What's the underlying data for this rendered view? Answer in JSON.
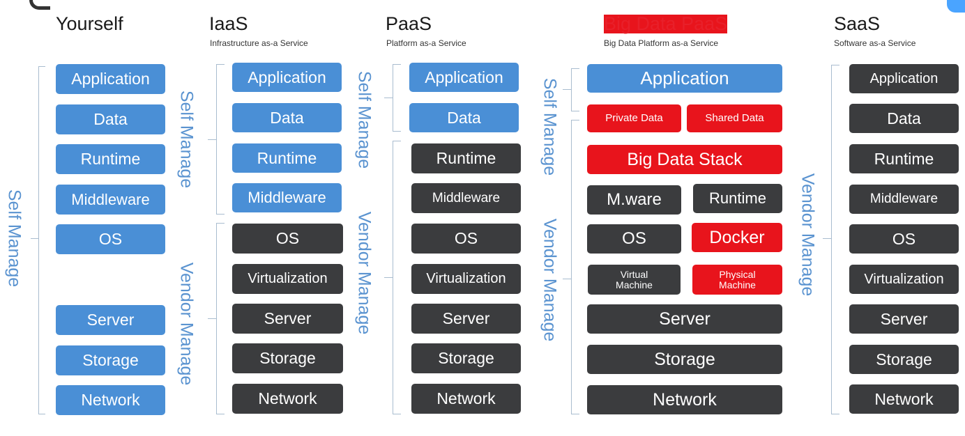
{
  "columns": [
    {
      "title": "Yourself",
      "subtitle": ""
    },
    {
      "title": "IaaS",
      "subtitle": "Infrastructure as-a Service"
    },
    {
      "title": "PaaS",
      "subtitle": "Platform as-a Service"
    },
    {
      "title": "Big Data PaaS",
      "subtitle": "Big Data Platform as-a Service"
    },
    {
      "title": "SaaS",
      "subtitle": "Software as-a Service"
    }
  ],
  "yourself": {
    "layers": [
      "Application",
      "Data",
      "Runtime",
      "Middleware",
      "OS",
      "Server",
      "Storage",
      "Network"
    ],
    "label": "Self Manage"
  },
  "iaas": {
    "layers": [
      "Application",
      "Data",
      "Runtime",
      "Middleware",
      "OS",
      "Virtualization",
      "Server",
      "Storage",
      "Network"
    ],
    "self_label": "Self Manage",
    "vendor_label": "Vendor Manage"
  },
  "paas": {
    "layers": [
      "Application",
      "Data",
      "Runtime",
      "Middleware",
      "OS",
      "Virtualization",
      "Server",
      "Storage",
      "Network"
    ],
    "self_label": "Self Manage",
    "vendor_label": "Vendor Manage"
  },
  "bigdata": {
    "application": "Application",
    "private_data": "Private Data",
    "shared_data": "Shared Data",
    "stack": "Big Data Stack",
    "mware": "M.ware",
    "runtime": "Runtime",
    "os": "OS",
    "docker": "Docker",
    "virtual_machine": "Virtual Machine",
    "physical_machine": "Physical Machine",
    "server": "Server",
    "storage": "Storage",
    "network": "Network",
    "self_label": "Self Manage",
    "vendor_label": "Vendor Manage"
  },
  "saas": {
    "layers": [
      "Application",
      "Data",
      "Runtime",
      "Middleware",
      "OS",
      "Virtualization",
      "Server",
      "Storage",
      "Network"
    ],
    "vendor_label": "Vendor Manage"
  },
  "colors": {
    "managed_by_user": "#4a8fd6",
    "managed_by_vendor": "#3b3c3e",
    "highlight": "#e8141c",
    "title_highlight": "#e8202a"
  }
}
